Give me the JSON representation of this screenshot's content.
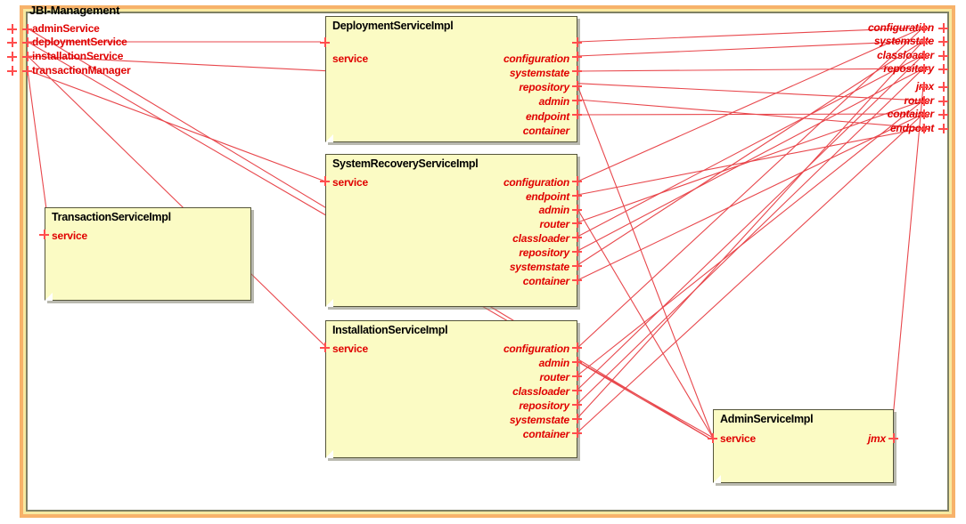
{
  "diagram": {
    "type": "uml-component-diagram",
    "frame_title": "JBI-Management",
    "colors": {
      "component_fill": "#FBFBC4",
      "component_border": "#55553A",
      "port_text": "#E00000",
      "connector": "#E8474C",
      "frame_outer": "#F7B26A",
      "frame_mid": "#F7E9A0",
      "frame_inner": "#7E8063"
    }
  },
  "frame_left_ports": [
    {
      "label": "adminService"
    },
    {
      "label": "deploymentService"
    },
    {
      "label": "installationService"
    },
    {
      "label": "transactionManager"
    }
  ],
  "frame_right_ports": [
    {
      "label": "configuration"
    },
    {
      "label": "systemstate"
    },
    {
      "label": "classloader"
    },
    {
      "label": "repository"
    },
    {
      "label": "jmx"
    },
    {
      "label": "router"
    },
    {
      "label": "container"
    },
    {
      "label": "endpoint"
    }
  ],
  "components": [
    {
      "id": "deployment",
      "title": "DeploymentServiceImpl",
      "left_ports": [
        "service"
      ],
      "right_ports": [
        "configuration",
        "systemstate",
        "repository",
        "admin",
        "endpoint",
        "container"
      ]
    },
    {
      "id": "systemrecovery",
      "title": "SystemRecoveryServiceImpl",
      "left_ports": [
        "service"
      ],
      "right_ports": [
        "configuration",
        "endpoint",
        "admin",
        "router",
        "classloader",
        "repository",
        "systemstate",
        "container"
      ]
    },
    {
      "id": "installation",
      "title": "InstallationServiceImpl",
      "left_ports": [
        "service"
      ],
      "right_ports": [
        "configuration",
        "admin",
        "router",
        "classloader",
        "repository",
        "systemstate",
        "container"
      ]
    },
    {
      "id": "transaction",
      "title": "TransactionServiceImpl",
      "left_ports": [
        "service"
      ],
      "right_ports": []
    },
    {
      "id": "admin",
      "title": "AdminServiceImpl",
      "left_ports": [
        "service"
      ],
      "right_ports": [
        "jmx"
      ]
    }
  ]
}
